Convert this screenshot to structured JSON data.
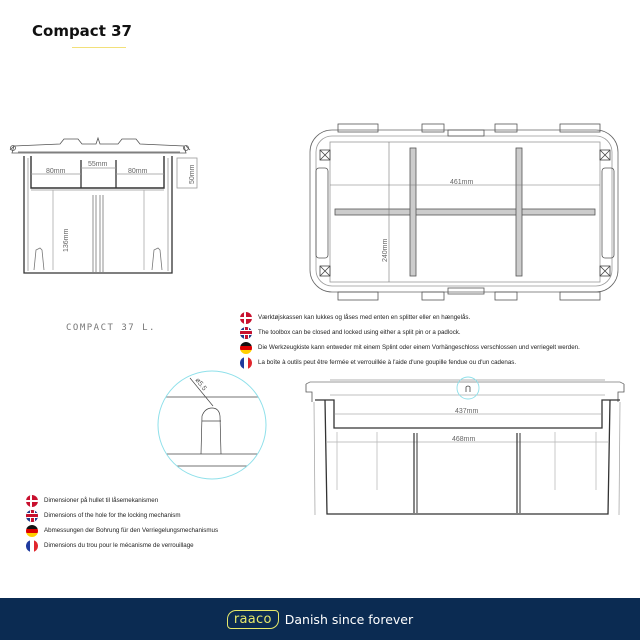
{
  "header": {
    "title": "Compact 37",
    "accent_color": "#f2e07a"
  },
  "side_view": {
    "dims": {
      "compartment_left": "80mm",
      "compartment_middle": "55mm",
      "compartment_right": "80mm",
      "tray_depth": "50mm",
      "box_depth": "136mm"
    },
    "caption": "COMPACT 37 L."
  },
  "top_view": {
    "dims": {
      "inner_length": "461mm",
      "inner_width": "240mm"
    }
  },
  "front_view": {
    "dims": {
      "tray_length": "437mm",
      "box_length": "468mm"
    }
  },
  "detail_view": {
    "hole_diameter": "ø5.5",
    "highlight_color": "#8fe0ea"
  },
  "locking_notes": [
    {
      "flag": "dk",
      "text": "Værktøjskassen kan lukkes og låses med enten en splitter eller en hængelås."
    },
    {
      "flag": "gb",
      "text": "The toolbox can be closed and locked using either a split pin or a padlock."
    },
    {
      "flag": "de",
      "text": "Die Werkzeugkiste kann entweder mit einem Splint oder einem Vorhängeschloss verschlossen und verriegelt werden."
    },
    {
      "flag": "fr",
      "text": "La boîte à outils peut être fermée et verrouillée à l'aide d'une goupille fendue ou d'un cadenas."
    }
  ],
  "hole_notes": [
    {
      "flag": "dk",
      "text": "Dimensioner på hullet til låsemekanismen"
    },
    {
      "flag": "gb",
      "text": "Dimensions of the hole for the locking mechanism"
    },
    {
      "flag": "de",
      "text": "Abmessungen der Bohrung für den Verriegelungsmechanismus"
    },
    {
      "flag": "fr",
      "text": "Dimensions du trou pour le mécanisme de verrouillage"
    }
  ],
  "footer": {
    "logo": "raaco",
    "tagline": "Danish since forever",
    "background": "#0b2b52",
    "logo_color": "#e6e86a"
  }
}
